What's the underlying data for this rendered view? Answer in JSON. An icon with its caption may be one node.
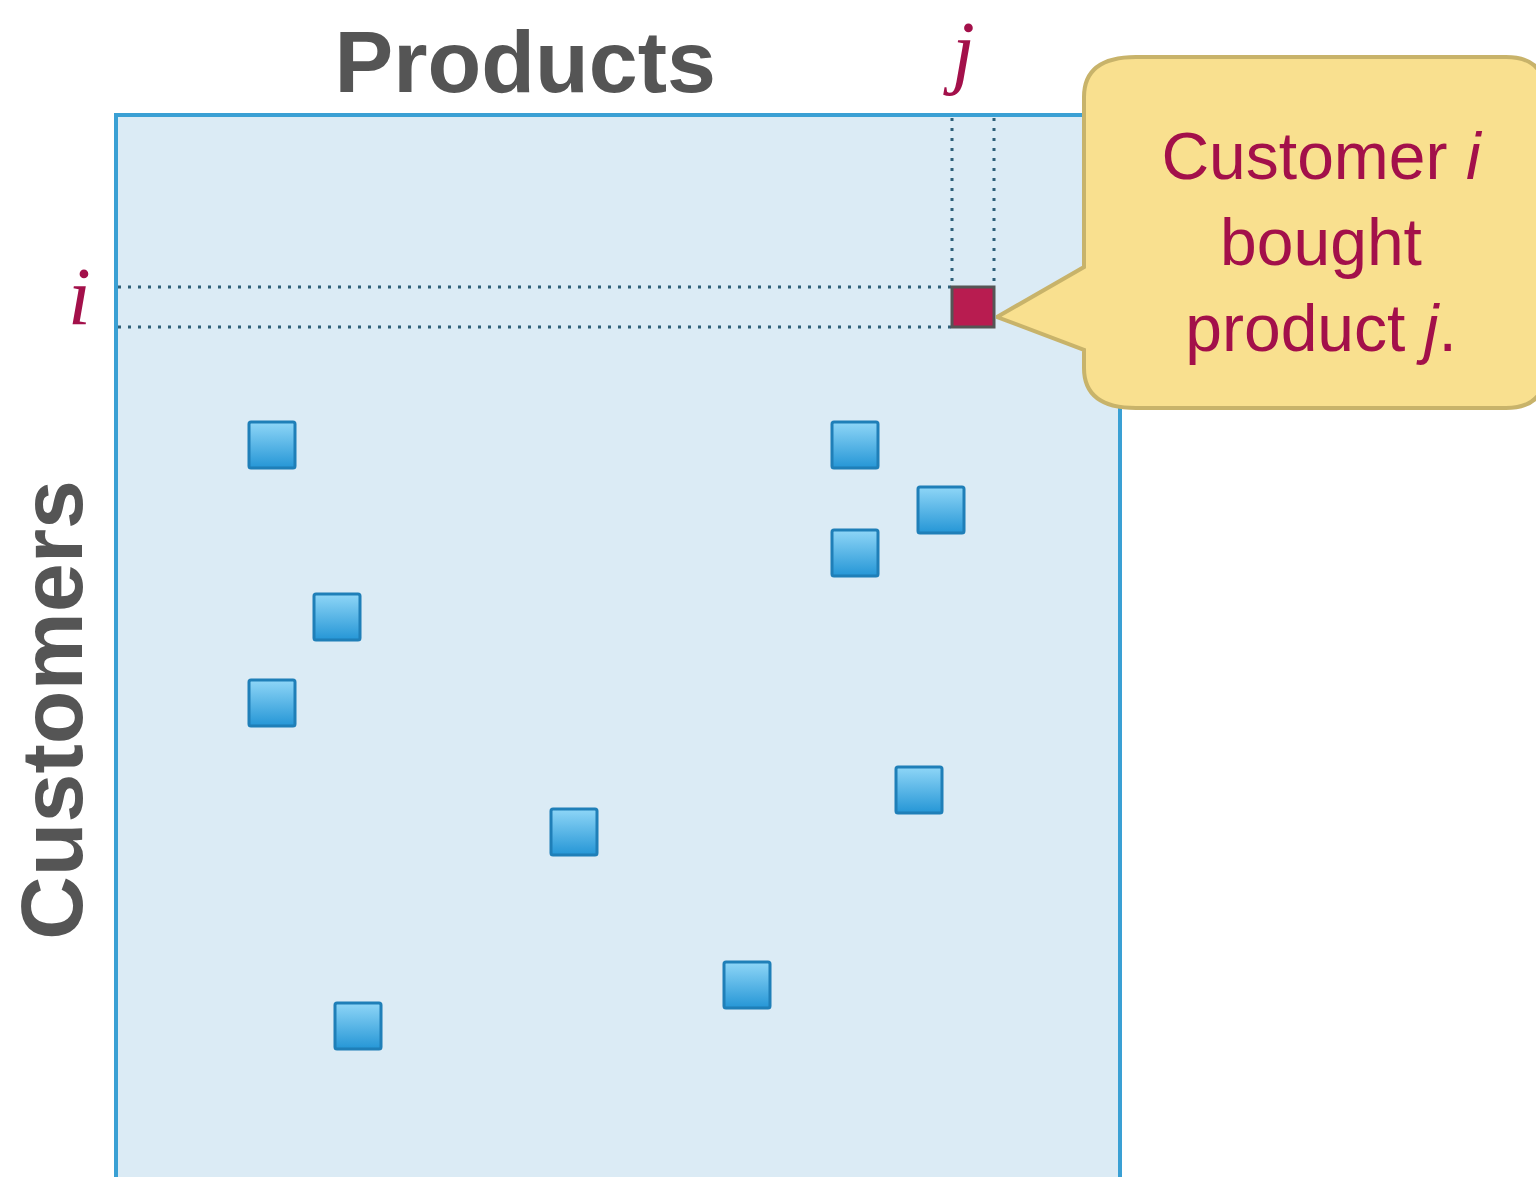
{
  "diagram": {
    "nodes": [
      {
        "text": [
          "Customer *i* bought product *j*."
        ]
      }
    ],
    "edges": [],
    "labels": [
      "Products",
      "j",
      "i",
      "Customers"
    ]
  }
}
